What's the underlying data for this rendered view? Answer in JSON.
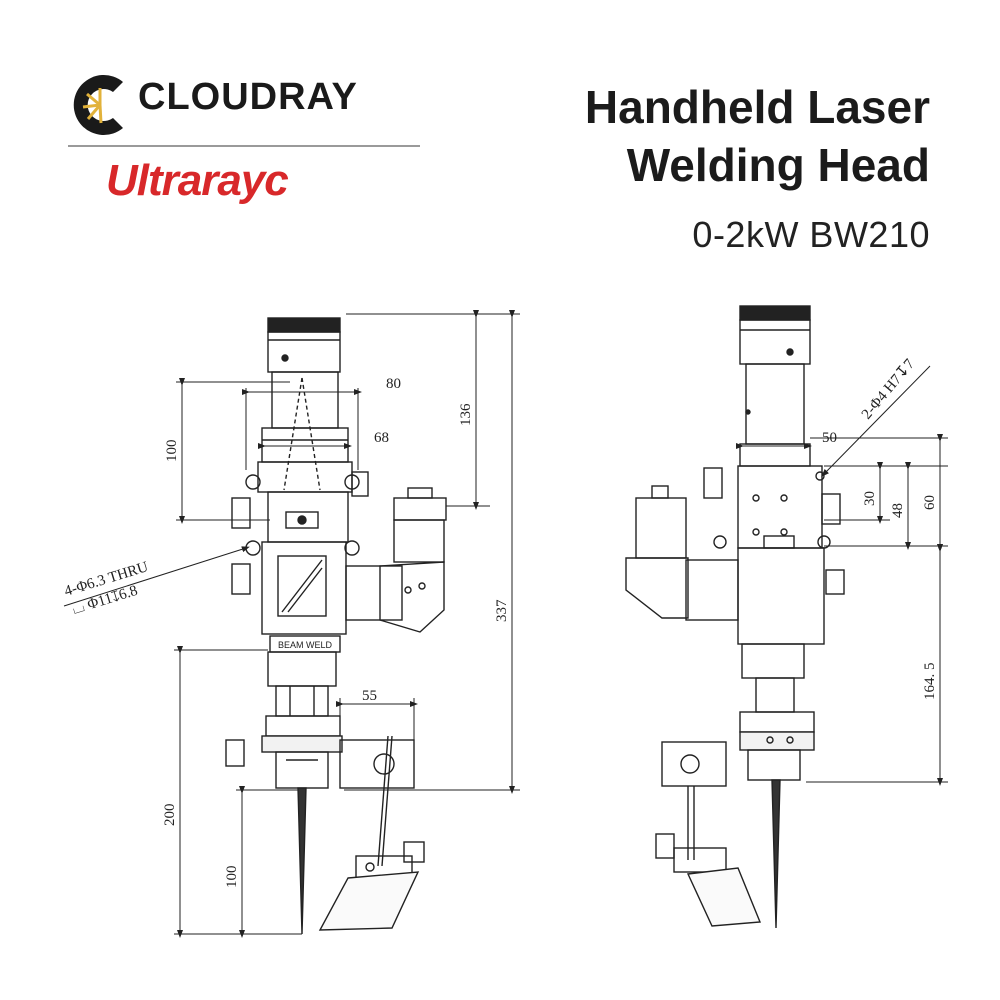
{
  "brand": {
    "logo_name": "Cloudray",
    "logo_text": "CLOUDRAY",
    "sub_brand": "Ultrarayc",
    "accent_color": "#d8282a",
    "logo_gold": "#e2b23a"
  },
  "title": {
    "line1": "Handheld Laser",
    "line2": "Welding Head",
    "subtitle": "0-2kW  BW210"
  },
  "dimensions_front": {
    "d80": "80",
    "d68": "68",
    "d100_top": "100",
    "d136": "136",
    "d337": "337",
    "d55": "55",
    "d200": "200",
    "d100_bottom": "100",
    "hole_note_1": "4-Φ6.3 THRU",
    "hole_note_2": "⌴ Φ11↧6.8"
  },
  "dimensions_side": {
    "d50": "50",
    "d30": "30",
    "d48": "48",
    "d60": "60",
    "d164_5": "164. 5",
    "hole_note": "2-Φ4 H7↧7"
  },
  "labels": {
    "nameplate": "BEAM WELD"
  }
}
